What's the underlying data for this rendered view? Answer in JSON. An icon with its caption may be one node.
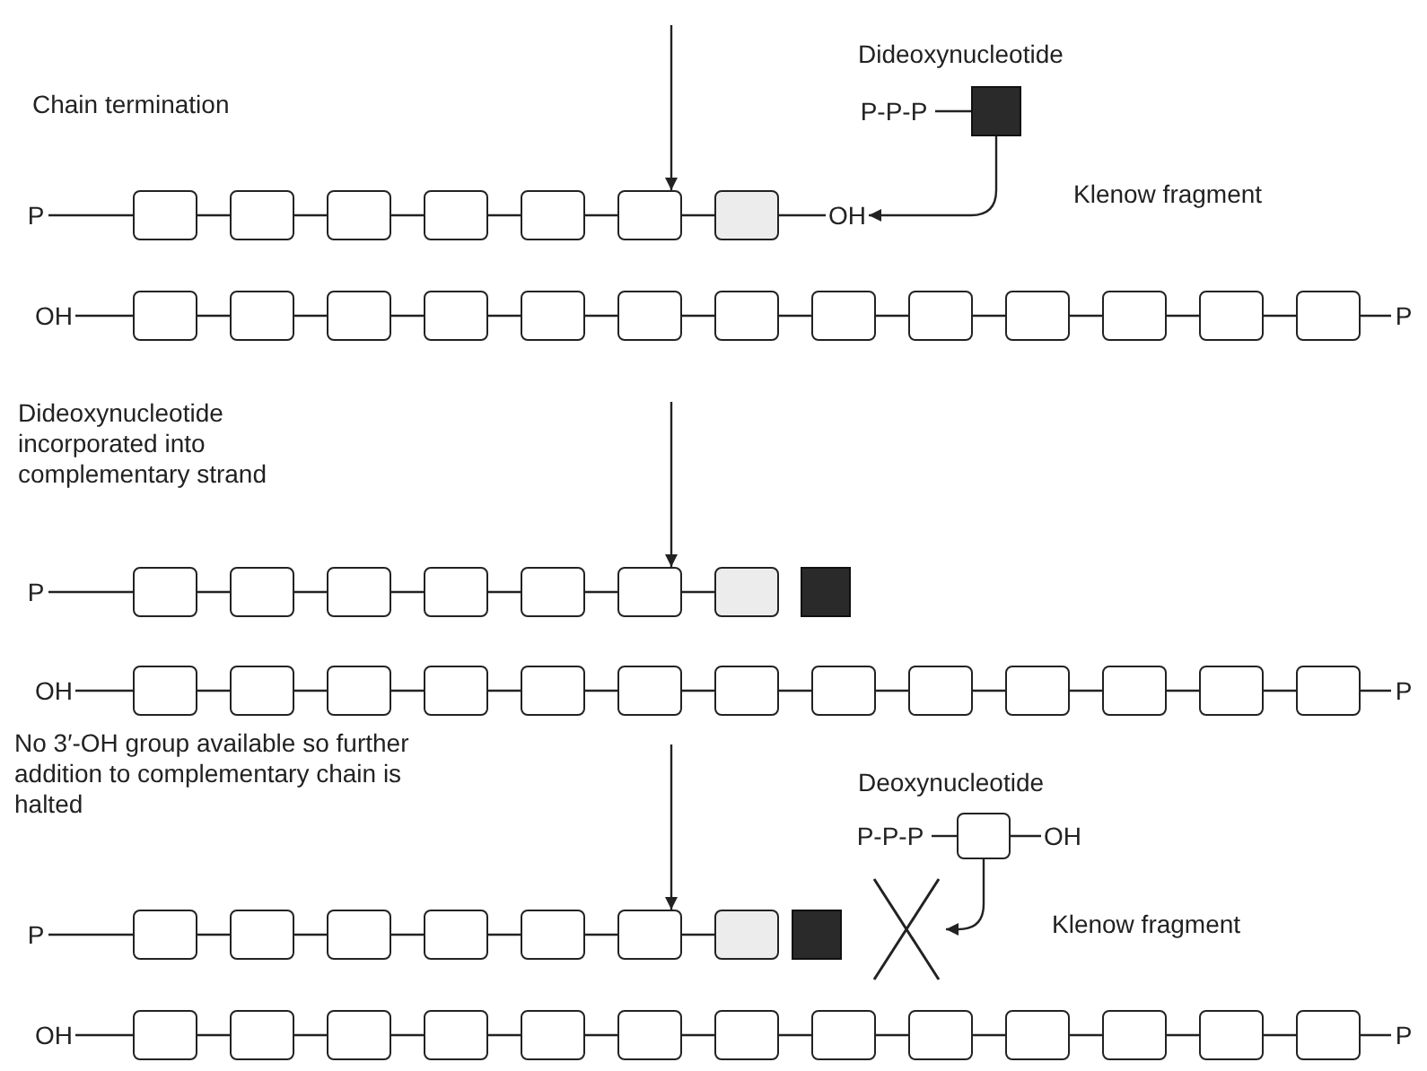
{
  "diagram": {
    "nodes": [
      {
        "text": [
          "P"
        ]
      },
      {
        "text": [],
        "shape": "box"
      },
      {
        "text": [],
        "shape": "box"
      },
      {
        "text": [],
        "shape": "box"
      },
      {
        "text": [],
        "shape": "box"
      },
      {
        "text": [],
        "shape": "box"
      },
      {
        "text": [],
        "shape": "box"
      },
      {
        "text": [],
        "shape": "box"
      },
      {
        "text": [
          "OH"
        ]
      },
      {
        "text": [
          "P-P-P"
        ]
      },
      {
        "text": [],
        "shape": "box",
        "beside": [
          "Dideoxynucleotide"
        ]
      },
      {
        "text": [
          "OH"
        ]
      },
      {
        "text": [],
        "shape": "box"
      },
      {
        "text": [],
        "shape": "box"
      },
      {
        "text": [],
        "shape": "box"
      },
      {
        "text": [],
        "shape": "box"
      },
      {
        "text": [],
        "shape": "box"
      },
      {
        "text": [],
        "shape": "box"
      },
      {
        "text": [],
        "shape": "box"
      },
      {
        "text": [],
        "shape": "box"
      },
      {
        "text": [],
        "shape": "box"
      },
      {
        "text": [],
        "shape": "box"
      },
      {
        "text": [],
        "shape": "box"
      },
      {
        "text": [],
        "shape": "box"
      },
      {
        "text": [],
        "shape": "box"
      },
      {
        "text": [
          "P"
        ]
      },
      {
        "text": [
          "P"
        ]
      },
      {
        "text": [],
        "shape": "box"
      },
      {
        "text": [],
        "shape": "box"
      },
      {
        "text": [],
        "shape": "box"
      },
      {
        "text": [],
        "shape": "box"
      },
      {
        "text": [],
        "shape": "box"
      },
      {
        "text": [],
        "shape": "box"
      },
      {
        "text": [],
        "shape": "box"
      },
      {
        "text": [],
        "shape": "box"
      },
      {
        "text": [
          "OH"
        ]
      },
      {
        "text": [],
        "shape": "box"
      },
      {
        "text": [],
        "shape": "box"
      },
      {
        "text": [],
        "shape": "box"
      },
      {
        "text": [],
        "shape": "box"
      },
      {
        "text": [],
        "shape": "box"
      },
      {
        "text": [],
        "shape": "box"
      },
      {
        "text": [],
        "shape": "box"
      },
      {
        "text": [],
        "shape": "box"
      },
      {
        "text": [],
        "shape": "box"
      },
      {
        "text": [],
        "shape": "box"
      },
      {
        "text": [],
        "shape": "box"
      },
      {
        "text": [],
        "shape": "box"
      },
      {
        "text": [],
        "shape": "box"
      },
      {
        "text": [
          "P"
        ]
      },
      {
        "text": [
          "P"
        ]
      },
      {
        "text": [],
        "shape": "box"
      },
      {
        "text": [],
        "shape": "box"
      },
      {
        "text": [],
        "shape": "box"
      },
      {
        "text": [],
        "shape": "box"
      },
      {
        "text": [],
        "shape": "box"
      },
      {
        "text": [],
        "shape": "box"
      },
      {
        "text": [],
        "shape": "box"
      },
      {
        "text": [],
        "shape": "box"
      },
      {
        "text": [
          "P-P-P"
        ]
      },
      {
        "text": [],
        "shape": "box",
        "beside": [
          "Deoxynucleotide"
        ]
      },
      {
        "text": [
          "OH"
        ]
      },
      {
        "text": [],
        "shape": "cross"
      },
      {
        "text": [
          "OH"
        ]
      },
      {
        "text": [],
        "shape": "box"
      },
      {
        "text": [],
        "shape": "box"
      },
      {
        "text": [],
        "shape": "box"
      },
      {
        "text": [],
        "shape": "box"
      },
      {
        "text": [],
        "shape": "box"
      },
      {
        "text": [],
        "shape": "box"
      },
      {
        "text": [],
        "shape": "box"
      },
      {
        "text": [],
        "shape": "box"
      },
      {
        "text": [],
        "shape": "box"
      },
      {
        "text": [],
        "shape": "box"
      },
      {
        "text": [],
        "shape": "box"
      },
      {
        "text": [],
        "shape": "box"
      },
      {
        "text": [],
        "shape": "box"
      },
      {
        "text": [
          "P"
        ]
      }
    ],
    "edges": [
      {
        "from": 0,
        "to": 1,
        "arrow": "none"
      },
      {
        "from": 1,
        "to": 2,
        "arrow": "none"
      },
      {
        "from": 2,
        "to": 3,
        "arrow": "none"
      },
      {
        "from": 3,
        "to": 4,
        "arrow": "none"
      },
      {
        "from": 4,
        "to": 5,
        "arrow": "none"
      },
      {
        "from": 5,
        "to": 6,
        "arrow": "none"
      },
      {
        "from": 6,
        "to": 7,
        "arrow": "none"
      },
      {
        "from": 7,
        "to": 8,
        "arrow": "none"
      },
      {
        "from": 9,
        "to": 10,
        "arrow": "none"
      },
      {
        "from": 10,
        "to": 8,
        "arrow": "to"
      },
      {
        "from": null,
        "to": 6,
        "arrow": "to"
      },
      {
        "from": 11,
        "to": 12,
        "arrow": "none"
      },
      {
        "from": 12,
        "to": 13,
        "arrow": "none"
      },
      {
        "from": 13,
        "to": 14,
        "arrow": "none"
      },
      {
        "from": 14,
        "to": 15,
        "arrow": "none"
      },
      {
        "from": 15,
        "to": 16,
        "arrow": "none"
      },
      {
        "from": 16,
        "to": 17,
        "arrow": "none"
      },
      {
        "from": 17,
        "to": 18,
        "arrow": "none"
      },
      {
        "from": 18,
        "to": 19,
        "arrow": "none"
      },
      {
        "from": 19,
        "to": 20,
        "arrow": "none"
      },
      {
        "from": 20,
        "to": 21,
        "arrow": "none"
      },
      {
        "from": 21,
        "to": 22,
        "arrow": "none"
      },
      {
        "from": 22,
        "to": 23,
        "arrow": "none"
      },
      {
        "from": 23,
        "to": 24,
        "arrow": "none"
      },
      {
        "from": 24,
        "to": 25,
        "arrow": "none"
      },
      {
        "from": null,
        "to": 32,
        "arrow": "to"
      },
      {
        "from": 26,
        "to": 27,
        "arrow": "none"
      },
      {
        "from": 27,
        "to": 28,
        "arrow": "none"
      },
      {
        "from": 28,
        "to": 29,
        "arrow": "none"
      },
      {
        "from": 29,
        "to": 30,
        "arrow": "none"
      },
      {
        "from": 30,
        "to": 31,
        "arrow": "none"
      },
      {
        "from": 31,
        "to": 32,
        "arrow": "none"
      },
      {
        "from": 32,
        "to": 33,
        "arrow": "none"
      },
      {
        "from": 35,
        "to": 36,
        "arrow": "none"
      },
      {
        "from": 36,
        "to": 37,
        "arrow": "none"
      },
      {
        "from": 37,
        "to": 38,
        "arrow": "none"
      },
      {
        "from": 38,
        "to": 39,
        "arrow": "none"
      },
      {
        "from": 39,
        "to": 40,
        "arrow": "none"
      },
      {
        "from": 40,
        "to": 41,
        "arrow": "none"
      },
      {
        "from": 41,
        "to": 42,
        "arrow": "none"
      },
      {
        "from": 42,
        "to": 43,
        "arrow": "none"
      },
      {
        "from": 43,
        "to": 44,
        "arrow": "none"
      },
      {
        "from": 44,
        "to": 45,
        "arrow": "none"
      },
      {
        "from": 45,
        "to": 46,
        "arrow": "none"
      },
      {
        "from": 46,
        "to": 47,
        "arrow": "none"
      },
      {
        "from": 47,
        "to": 48,
        "arrow": "none"
      },
      {
        "from": 48,
        "to": 49,
        "arrow": "none"
      },
      {
        "from": null,
        "to": 56,
        "arrow": "to"
      },
      {
        "from": 50,
        "to": 51,
        "arrow": "none"
      },
      {
        "from": 51,
        "to": 52,
        "arrow": "none"
      },
      {
        "from": 52,
        "to": 53,
        "arrow": "none"
      },
      {
        "from": 53,
        "to": 54,
        "arrow": "none"
      },
      {
        "from": 54,
        "to": 55,
        "arrow": "none"
      },
      {
        "from": 55,
        "to": 56,
        "arrow": "none"
      },
      {
        "from": 56,
        "to": 57,
        "arrow": "none"
      },
      {
        "from": 59,
        "to": 60,
        "arrow": "none"
      },
      {
        "from": 60,
        "to": 61,
        "arrow": "none"
      },
      {
        "from": 60,
        "to": 62,
        "arrow": "to"
      },
      {
        "from": 63,
        "to": 64,
        "arrow": "none"
      },
      {
        "from": 64,
        "to": 65,
        "arrow": "none"
      },
      {
        "from": 65,
        "to": 66,
        "arrow": "none"
      },
      {
        "from": 66,
        "to": 67,
        "arrow": "none"
      },
      {
        "from": 67,
        "to": 68,
        "arrow": "none"
      },
      {
        "from": 68,
        "to": 69,
        "arrow": "none"
      },
      {
        "from": 69,
        "to": 70,
        "arrow": "none"
      },
      {
        "from": 70,
        "to": 71,
        "arrow": "none"
      },
      {
        "from": 71,
        "to": 72,
        "arrow": "none"
      },
      {
        "from": 72,
        "to": 73,
        "arrow": "none"
      },
      {
        "from": 73,
        "to": 74,
        "arrow": "none"
      },
      {
        "from": 74,
        "to": 75,
        "arrow": "none"
      },
      {
        "from": 75,
        "to": 76,
        "arrow": "none"
      },
      {
        "from": 76,
        "to": 77,
        "arrow": "none"
      }
    ],
    "labels": [
      "Chain termination",
      "Klenow fragment",
      "Dideoxynucleotide incorporated into complementary strand",
      "No 3′-OH group available so further addition to complementary chain is halted",
      "Klenow fragment"
    ]
  }
}
